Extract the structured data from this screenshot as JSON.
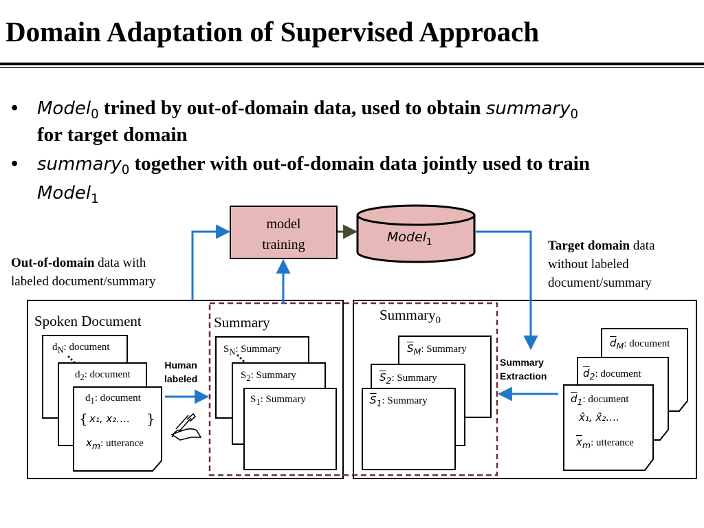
{
  "title": "Domain Adaptation of Supervised Approach",
  "bullets": [
    {
      "pre_math": "Model",
      "pre_sub": "0",
      "text1": " trined by out-of-domain data, used to obtain ",
      "post_math": "summary",
      "post_sub": "0",
      "line2": "for target domain"
    },
    {
      "pre_math": "summary",
      "pre_sub": "0",
      "text1": " together with out-of-domain data jointly used to train",
      "line2_math": "Model",
      "line2_sub": "1"
    }
  ],
  "top": {
    "model_training_line1": "model",
    "model_training_line2": "training",
    "model1_base": "Model",
    "model1_sub": "1"
  },
  "left_label": {
    "bold": "Out-of-domain",
    "rest": " data with",
    "line2": "labeled document/summary"
  },
  "right_label": {
    "bold": "Target domain",
    "rest": " data",
    "line2": "without labeled",
    "line3": "document/summary"
  },
  "left_panel": {
    "spoken_document": "Spoken Document",
    "summary": "Summary",
    "docs": [
      "d",
      "d",
      "d"
    ],
    "doc_subs": [
      "N",
      "2",
      "1"
    ],
    "doc_suffix": ": document",
    "x_list": "x₁, x₂….",
    "xm": "x",
    "xm_sub": "m",
    "utterance_suffix": ": utterance",
    "sums": [
      "S",
      "S",
      "S"
    ],
    "sum_subs": [
      "N",
      "2",
      "1"
    ],
    "sum_suffix": ": Summary",
    "human_labeled_1": "Human",
    "human_labeled_2": "labeled"
  },
  "right_panel": {
    "summary0_base": "Summary",
    "summary0_sub": "0",
    "shat": [
      "S",
      "S",
      "S"
    ],
    "shat_subs": [
      "M",
      "2",
      "1"
    ],
    "shat_suffix": ": Summary",
    "dhat": [
      "d",
      "d",
      "d"
    ],
    "dhat_subs": [
      "M",
      "2",
      "1"
    ],
    "dhat_suffix": ": document",
    "x_list": "x̂₁, x̂₂….",
    "xm": "x",
    "xm_sub": "m",
    "utterance_suffix": ": utterance",
    "extraction_1": "Summary",
    "extraction_2": "Extraction"
  },
  "colors": {
    "arrow": "#1f78c8",
    "model_fill": "#e6b9b8",
    "dashed": "#6b2f2f",
    "dark_arrow": "#4a4a32"
  }
}
